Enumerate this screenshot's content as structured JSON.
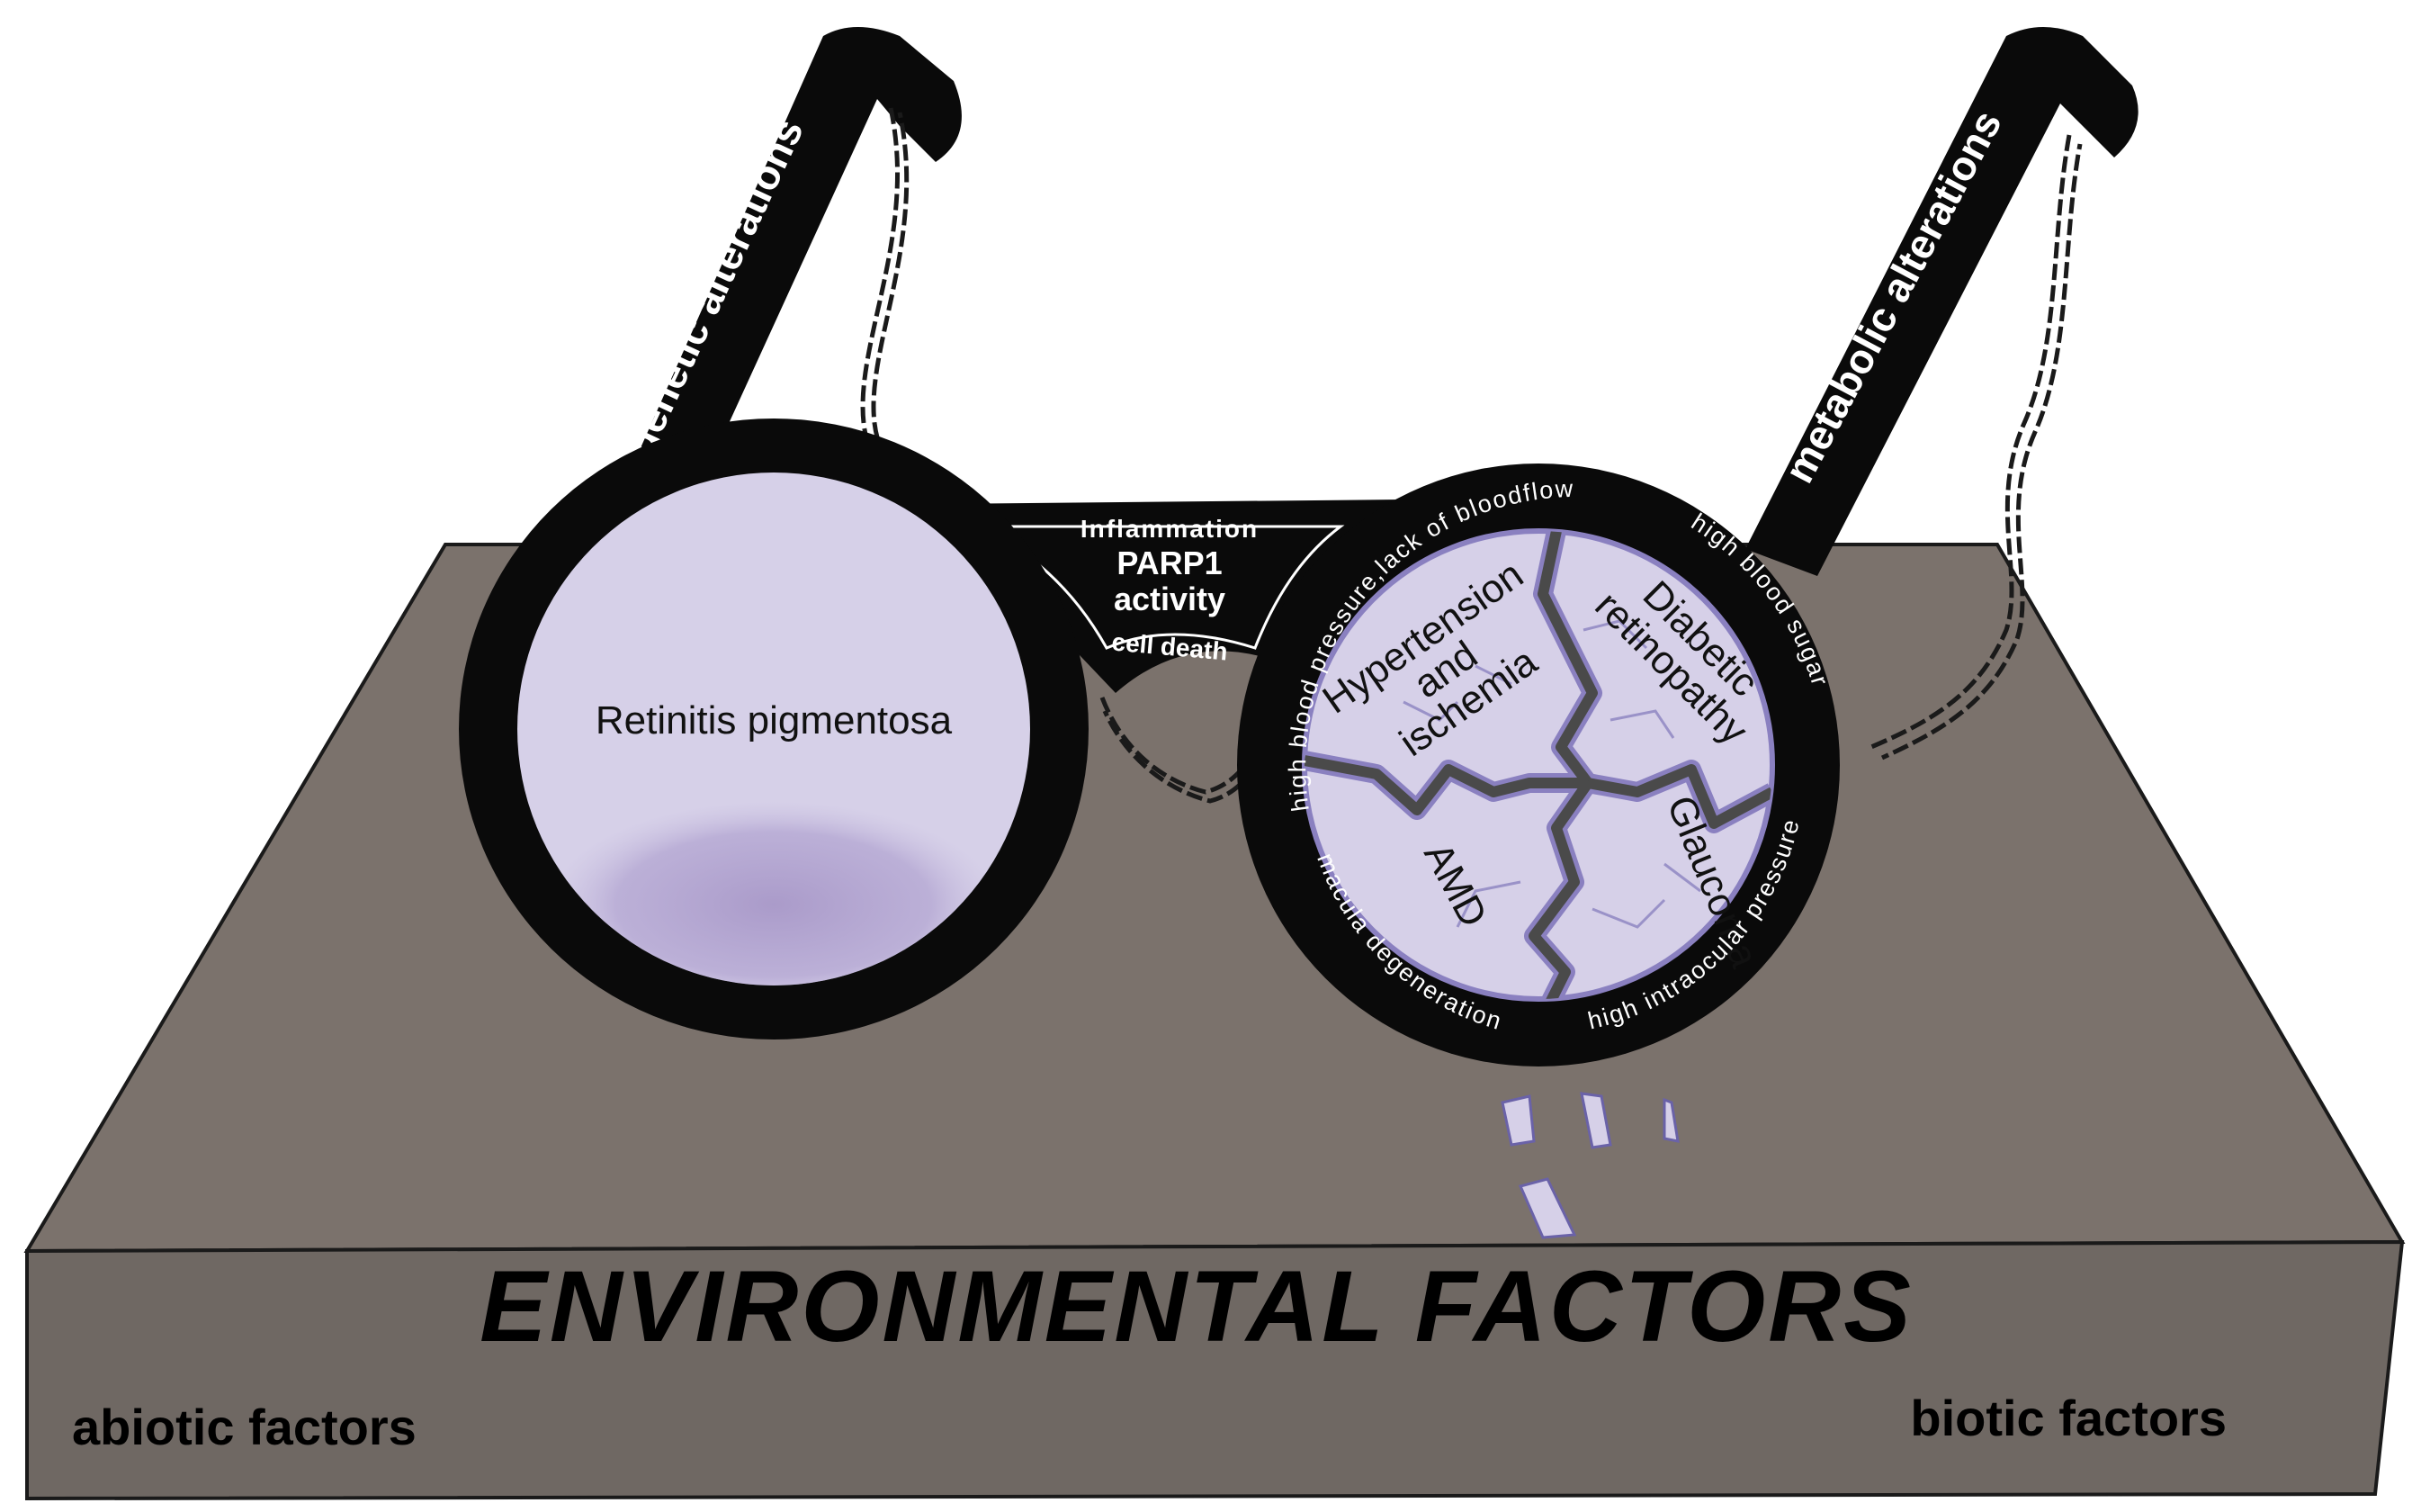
{
  "base": {
    "title": "ENVIRONMENTAL FACTORS",
    "left_label": "abiotic factors",
    "right_label": "biotic factors"
  },
  "temples": {
    "left": "genetic alterations",
    "right": "metabolic alterations"
  },
  "bridge": {
    "top": "Inflammation",
    "middle_1": "PARP1",
    "middle_2": "activity",
    "bottom": "cell death"
  },
  "left_lens": {
    "label": "Retinitis pigmentosa"
  },
  "right_lens": {
    "quadrants": {
      "top_left_1": "Hypertension",
      "top_left_2": "and",
      "top_left_3": "ischemia",
      "top_right_1": "Diabetic",
      "top_right_2": "retinopathy",
      "bottom_right": "Glaucoma",
      "bottom_left": "AMD"
    },
    "ring_labels": {
      "top_left": "high blood pressure,lack of bloodflow",
      "top_right": "high blood sugar",
      "bottom_right": "high intraocular pressure",
      "bottom_left": "macula degeneration"
    }
  },
  "colors": {
    "base_top": "#7b726c",
    "base_front": "#6f6863",
    "frame": "#0a0a0a",
    "lens_fill": "#d6d0e8",
    "lens_shadow": "#a898c8",
    "crack": "#4a4a4a",
    "crack_edge": "#8a80c0"
  }
}
